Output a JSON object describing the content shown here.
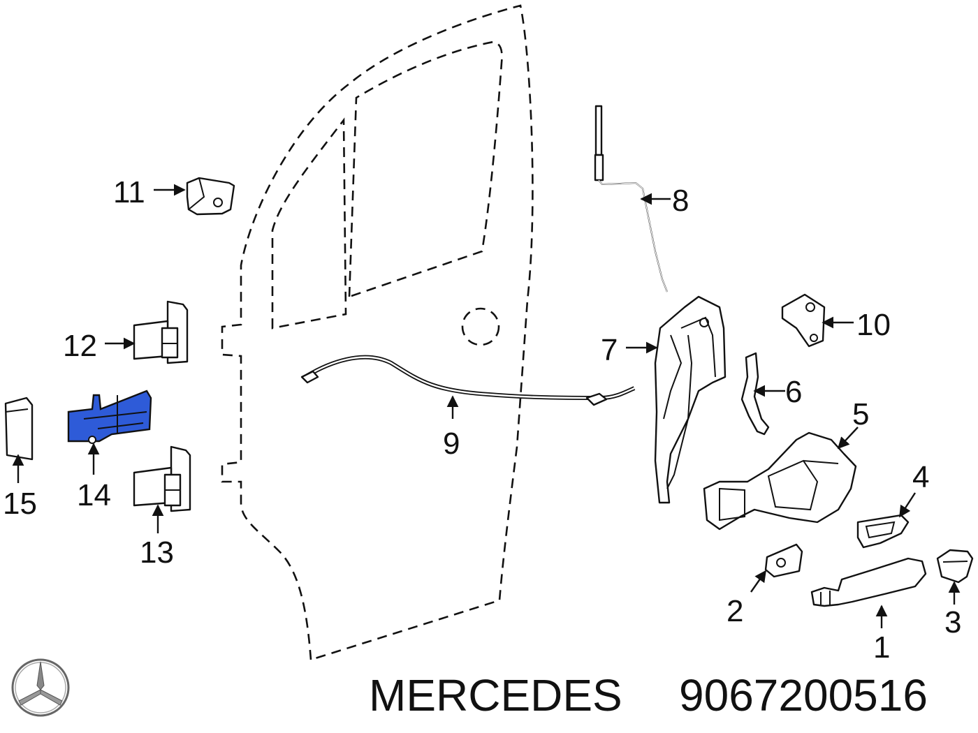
{
  "footer": {
    "brand": "MERCEDES",
    "part_number": "9067200516"
  },
  "highlight_color": "#2E5BD8",
  "callouts": [
    {
      "id": "1",
      "text": "1"
    },
    {
      "id": "2",
      "text": "2"
    },
    {
      "id": "3",
      "text": "3"
    },
    {
      "id": "4",
      "text": "4"
    },
    {
      "id": "5",
      "text": "5"
    },
    {
      "id": "6",
      "text": "6"
    },
    {
      "id": "7",
      "text": "7"
    },
    {
      "id": "8",
      "text": "8"
    },
    {
      "id": "9",
      "text": "9"
    },
    {
      "id": "10",
      "text": "10"
    },
    {
      "id": "11",
      "text": "11"
    },
    {
      "id": "12",
      "text": "12"
    },
    {
      "id": "13",
      "text": "13"
    },
    {
      "id": "14",
      "text": "14"
    },
    {
      "id": "15",
      "text": "15"
    }
  ],
  "highlighted_part": "14"
}
